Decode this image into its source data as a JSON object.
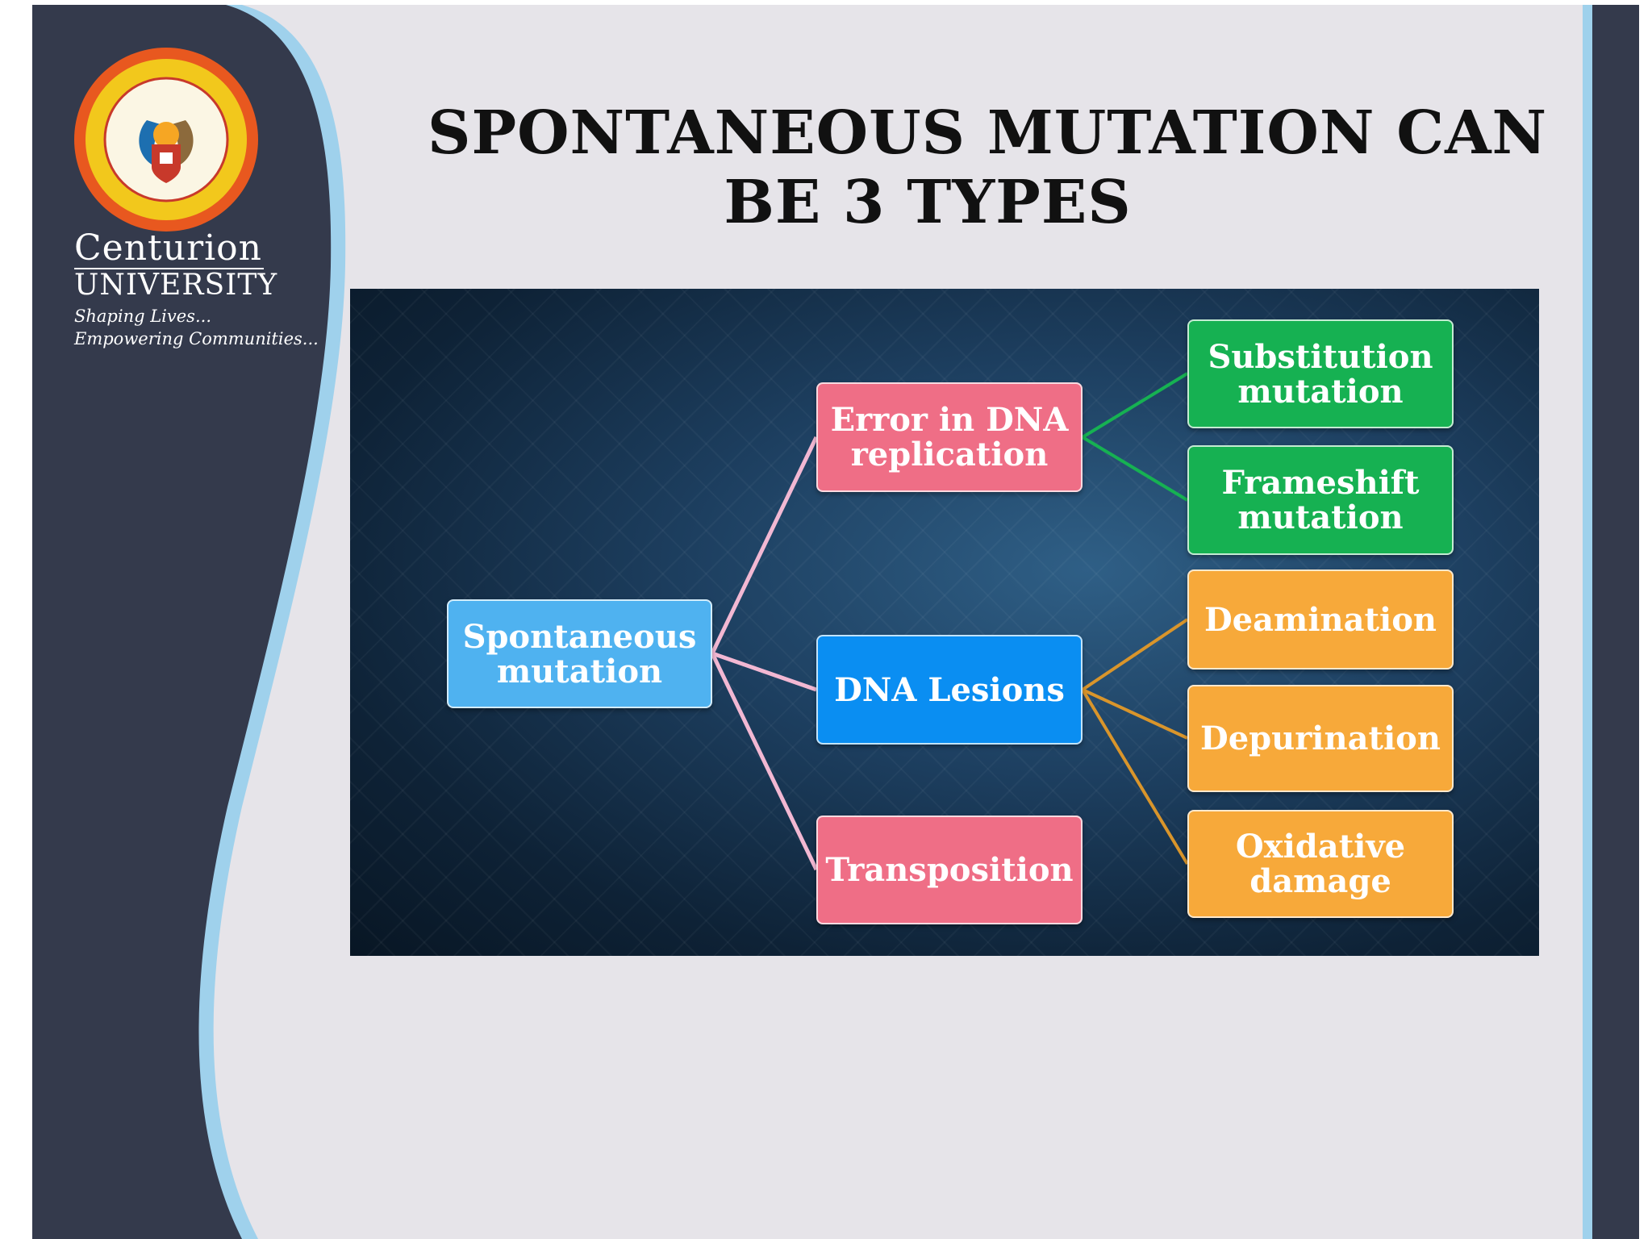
{
  "branding": {
    "university_name": "Centurion",
    "university_label": "UNIVERSITY",
    "tagline_line1": "Shaping Lives...",
    "tagline_line2": "Empowering Communities..."
  },
  "slide": {
    "title_line1": "SPONTANEOUS MUTATION CAN",
    "title_line2": "BE 3 TYPES"
  },
  "diagram": {
    "root": "Spontaneous mutation",
    "categories": [
      {
        "label": "Error in DNA replication",
        "color": "#ef6e86",
        "children": [
          "Substitution mutation",
          "Frameshift mutation"
        ],
        "link_color": "#16b152"
      },
      {
        "label": "DNA Lesions",
        "color": "#0a8ef2",
        "children": [
          "Deamination",
          "Depurination",
          "Oxidative damage"
        ],
        "link_color": "#d9952b"
      },
      {
        "label": "Transposition",
        "color": "#ef6e86",
        "children": []
      }
    ],
    "root_link_color": "#f2b8d3"
  },
  "colors": {
    "sidebar_dark": "#343a4c",
    "sidebar_accent": "#9fd1ec",
    "slide_background": "#e6e4e9",
    "root_node": "#4fb2f0",
    "leaf_green": "#16b152",
    "leaf_orange": "#f7a93a"
  }
}
